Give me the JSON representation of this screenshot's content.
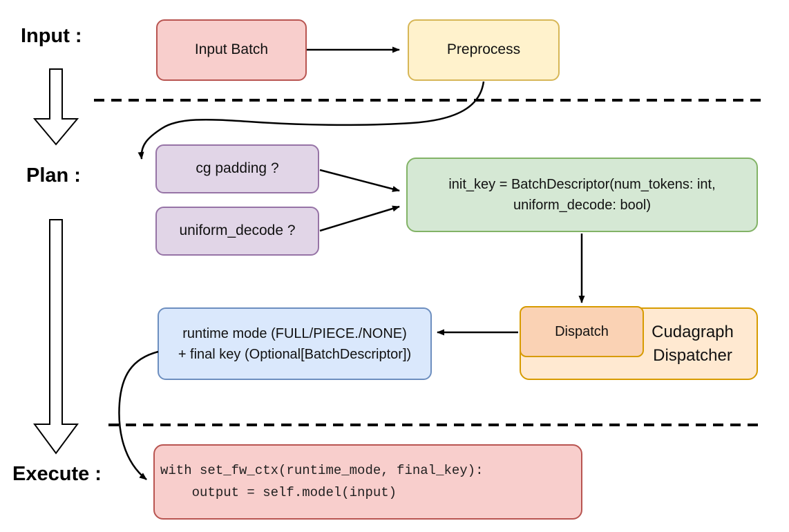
{
  "labels": {
    "input": "Input :",
    "plan": "Plan :",
    "execute": "Execute :"
  },
  "nodes": {
    "input_batch": {
      "label": "Input Batch"
    },
    "preprocess": {
      "label": "Preprocess"
    },
    "cg_padding": {
      "label": "cg padding ?"
    },
    "uniform_decode": {
      "label": "uniform_decode ?"
    },
    "init_key": {
      "line1": "init_key = BatchDescriptor(num_tokens: int,",
      "line2": "uniform_decode: bool)"
    },
    "dispatch": {
      "label": "Dispatch"
    },
    "cudagraph_dispatcher": {
      "line1": "Cudagraph",
      "line2": "Dispatcher"
    },
    "runtime_mode": {
      "line1": "runtime mode (FULL/PIECE./NONE)",
      "line2": "+ final key (Optional[BatchDescriptor])"
    },
    "execute_code": {
      "line1": "with set_fw_ctx(runtime_mode, final_key):",
      "line2": "    output = self.model(input)"
    }
  },
  "colors": {
    "red_fill": "#f8cecc",
    "red_border": "#b85450",
    "yellow_fill": "#fff2cc",
    "yellow_border": "#d6b656",
    "purple_fill": "#e1d5e7",
    "purple_border": "#9673a6",
    "green_fill": "#d5e8d4",
    "green_border": "#82b366",
    "blue_fill": "#dae8fc",
    "blue_border": "#6c8ebf",
    "orange_outer_fill": "#ffe9d1",
    "orange_inner_fill": "#fad2b4",
    "orange_border": "#d79b00",
    "connector": "#000000"
  }
}
